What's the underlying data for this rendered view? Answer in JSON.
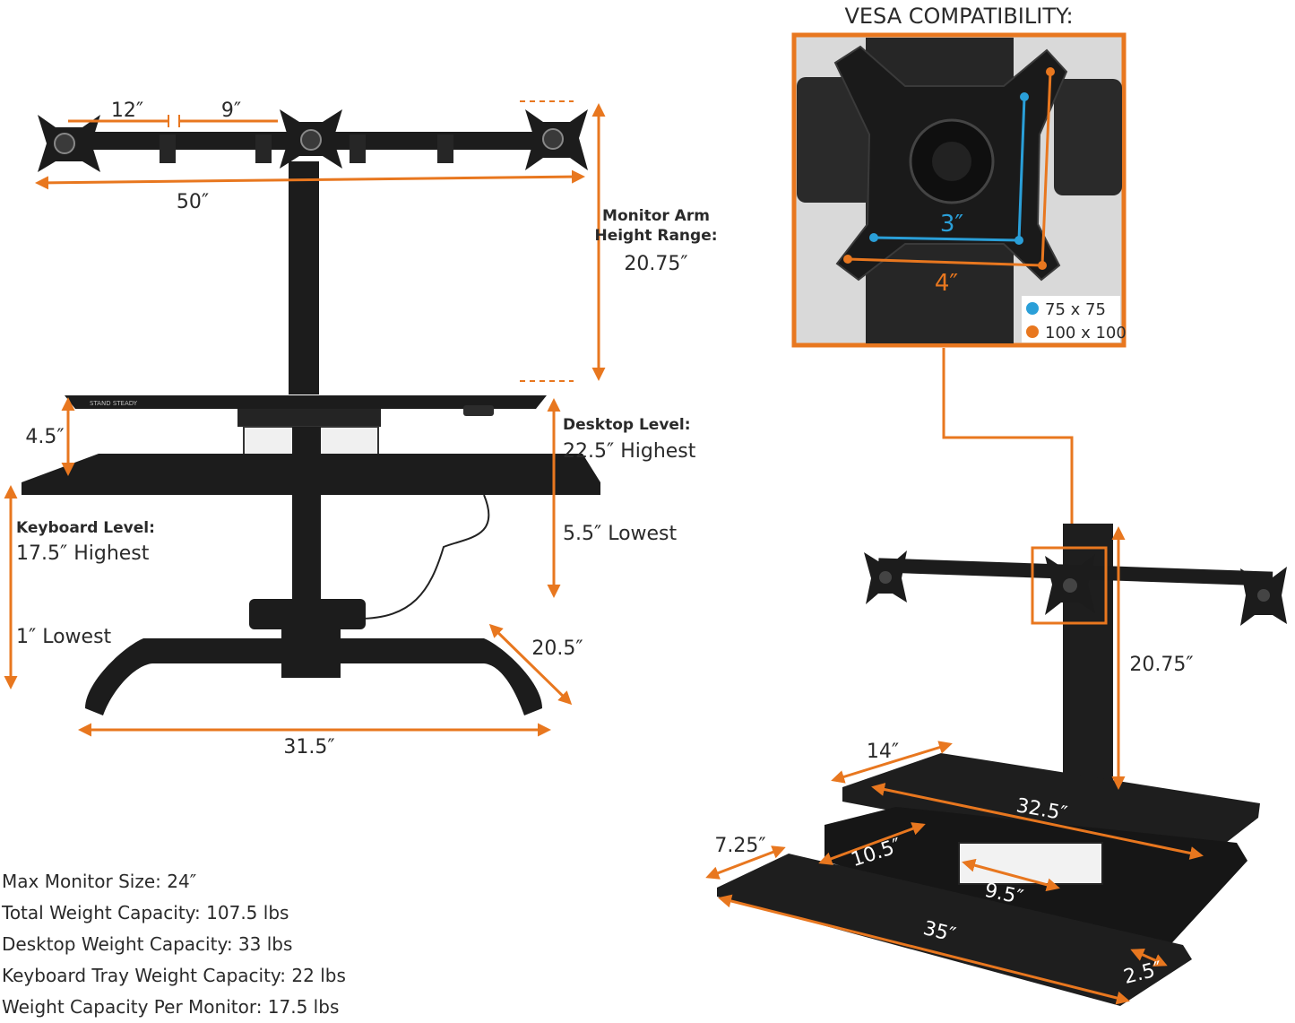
{
  "colors": {
    "accent": "#e8771f",
    "blue": "#2a9fd8",
    "metal": "#1c1c1c",
    "dark": "#2a2a2a"
  },
  "front_view": {
    "dims": {
      "arm_segment_outer": "12″",
      "arm_segment_inner": "9″",
      "total_width": "50″",
      "tray_gap": "4.5″",
      "base_width": "31.5″",
      "base_depth": "20.5″"
    },
    "brand_mark": "STAND STEADY",
    "monitor_arm_label": [
      "Monitor Arm",
      "Height Range:"
    ],
    "monitor_arm_value": "20.75″",
    "desktop_level_label": "Desktop Level:",
    "desktop_level_high": "22.5″ Highest",
    "desktop_level_low": "5.5″ Lowest",
    "keyboard_level_label": "Keyboard Level:",
    "keyboard_level_high": "17.5″ Highest",
    "keyboard_level_low": "1″ Lowest"
  },
  "vesa": {
    "title": "VESA COMPATIBILITY:",
    "dim_small": "3″",
    "dim_large": "4″",
    "legend": [
      {
        "label": "75 x 75",
        "color": "#2a9fd8",
        "icon": "blue-dot-icon"
      },
      {
        "label": "100 x 100",
        "color": "#e8771f",
        "icon": "orange-dot-icon"
      }
    ]
  },
  "side_view": {
    "dims": {
      "post_height": "20.75″",
      "desk_depth": "14″",
      "desk_width": "32.5″",
      "tray_depth": "7.25″",
      "inner_depth": "10.5″",
      "inner_width": "9.5″",
      "tray_width": "35″",
      "tray_lip": "2.5″"
    }
  },
  "specs": [
    "Max Monitor Size: 24″",
    "Total Weight Capacity: 107.5 lbs",
    "Desktop Weight Capacity: 33 lbs",
    "Keyboard Tray Weight Capacity: 22 lbs",
    "Weight Capacity Per Monitor: 17.5 lbs"
  ]
}
